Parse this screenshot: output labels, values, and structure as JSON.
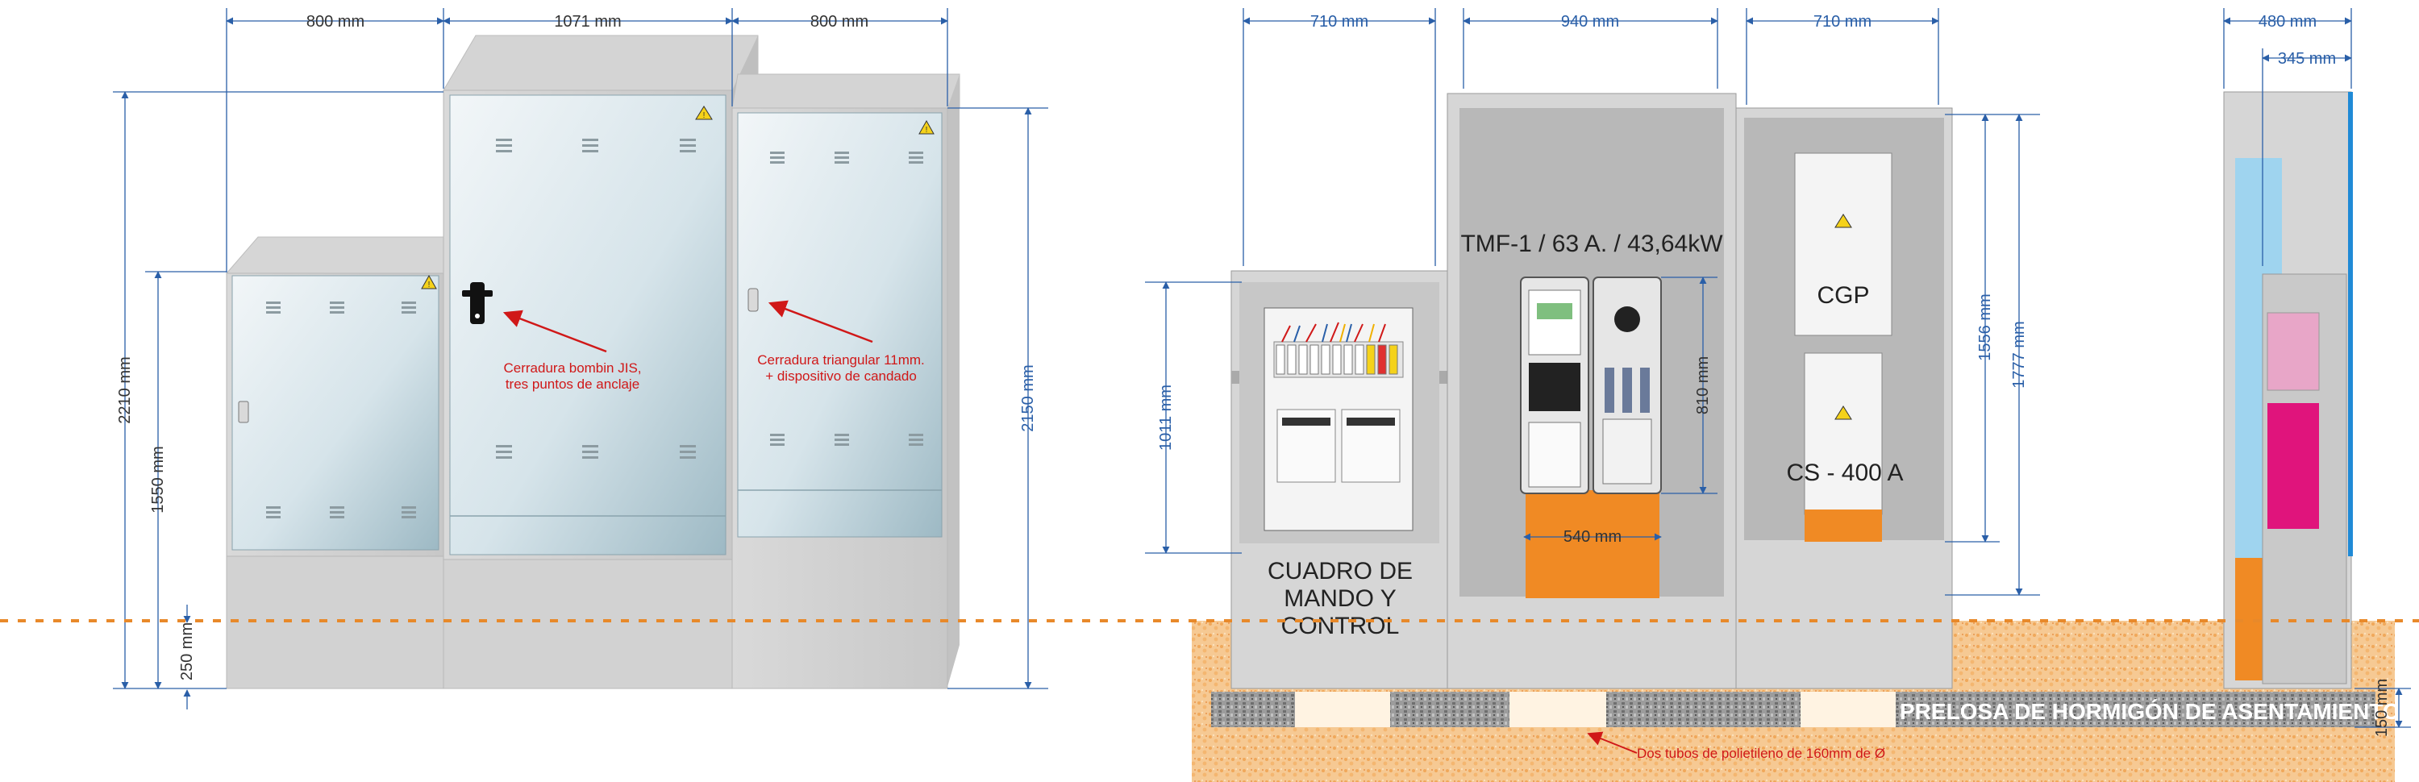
{
  "dimensions": {
    "left_width_1": "800 mm",
    "left_width_2": "1071 mm",
    "left_width_3": "800 mm",
    "left_height_total": "2210 mm",
    "left_height_cabinet": "1550 mm",
    "left_height_base": "250 mm",
    "left_height_right": "2150 mm",
    "right_width_1": "710 mm",
    "right_width_2": "940 mm",
    "right_width_3": "710 mm",
    "side_width_outer": "480 mm",
    "side_width_inner": "345 mm",
    "right_height_control": "1011 mm",
    "right_height_meter": "810 mm",
    "right_width_meter": "540 mm",
    "right_height_cgp_inner": "1556 mm",
    "right_height_cgp_outer": "1777 mm",
    "slab_height": "150 mm"
  },
  "annotations": {
    "lock_1_line1": "Cerradura bombin JIS,",
    "lock_1_line2": "tres puntos de anclaje",
    "lock_2_line1": "Cerradura triangular 11mm.",
    "lock_2_line2": "+ dispositivo de candado",
    "pipes": "Dos tubos de polietileno de 160mm de Ø"
  },
  "labels": {
    "control_line1": "CUADRO DE",
    "control_line2": "MANDO Y",
    "control_line3": "CONTROL",
    "meter_title": "TMF-1 / 63 A. / 43,64kW",
    "cgp": "CGP",
    "cs": "CS - 400 A",
    "slab": "PRELOSA DE HORMIGÓN DE ASENTAMIENTO"
  },
  "colors": {
    "ground_line": "#e8892a",
    "dimension_blue": "#2a5fa8",
    "warning_red": "#d01818",
    "meter_orange": "#f08a24",
    "panel_pink": "#e8a6c8",
    "panel_magenta": "#e0147c",
    "panel_lightblue": "#9fd4ef"
  }
}
